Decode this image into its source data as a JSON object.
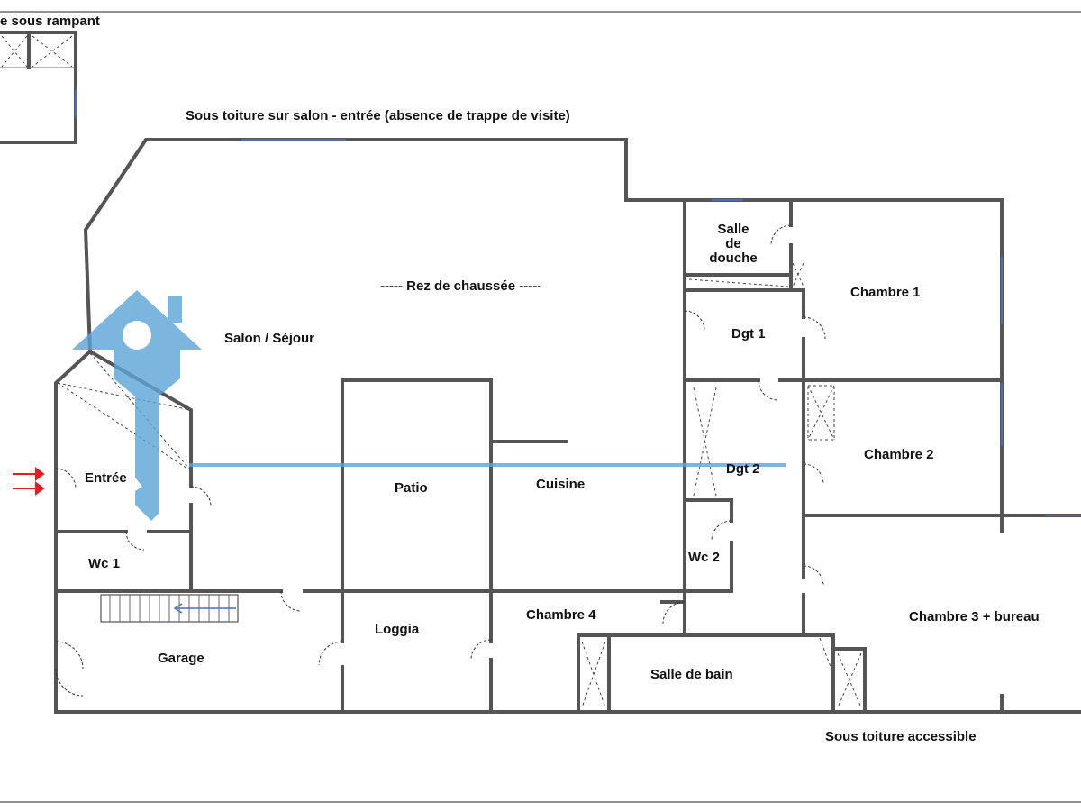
{
  "annex": {
    "title": "e sous rampant"
  },
  "plan": {
    "top_note": "Sous toiture sur salon - entrée (absence de trappe de visite)",
    "level_title": "----- Rez de chaussée -----",
    "bottom_note": "Sous toiture accessible"
  },
  "rooms": {
    "salon": "Salon / Séjour",
    "entree": "Entrée",
    "wc1": "Wc 1",
    "patio": "Patio",
    "cuisine": "Cuisine",
    "salle_douche": [
      "Salle",
      "de",
      "douche"
    ],
    "dgt1": "Dgt 1",
    "dgt2": "Dgt 2",
    "chambre1": "Chambre 1",
    "chambre2": "Chambre 2",
    "wc2": "Wc 2",
    "garage": "Garage",
    "loggia": "Loggia",
    "chambre4": "Chambre 4",
    "salle_bain": "Salle de bain",
    "chambre3": "Chambre 3 + bureau"
  },
  "watermark": {
    "icon": "house-key-logo-icon",
    "color": "#5ba4d8"
  },
  "entry_arrows": {
    "icon": "entry-arrow-icon",
    "color": "#e02020"
  }
}
